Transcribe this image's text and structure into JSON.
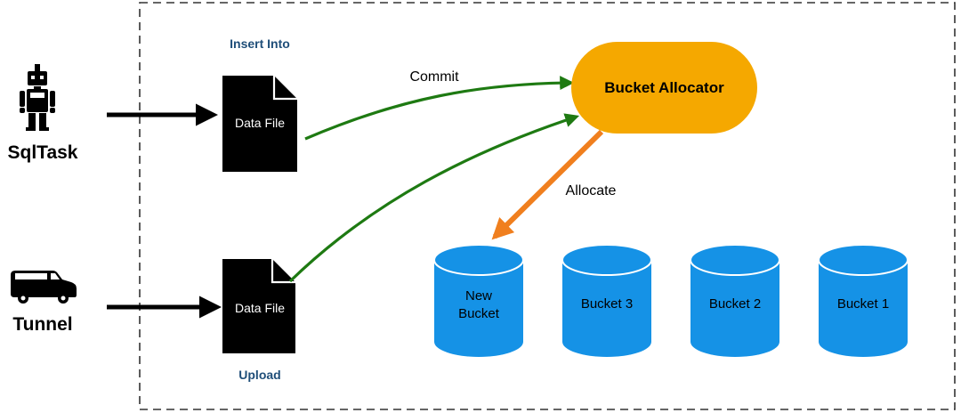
{
  "actors": {
    "sqltask": {
      "label": "SqlTask",
      "icon": "robot-icon"
    },
    "tunnel": {
      "label": "Tunnel",
      "icon": "van-icon"
    }
  },
  "files": {
    "top": {
      "label": "Data File",
      "caption": "Insert Into"
    },
    "bottom": {
      "label": "Data File",
      "caption": "Upload"
    }
  },
  "allocator": {
    "label": "Bucket Allocator"
  },
  "edges": {
    "commit": "Commit",
    "allocate": "Allocate"
  },
  "buckets": [
    {
      "line1": "New",
      "line2": "Bucket"
    },
    {
      "line1": "Bucket 3",
      "line2": ""
    },
    {
      "line1": "Bucket 2",
      "line2": ""
    },
    {
      "line1": "Bucket 1",
      "line2": ""
    }
  ],
  "colors": {
    "caption": "#1f4e79",
    "allocator": "#f5a800",
    "bucket": "#1592e6",
    "green_arrow": "#1e7a12",
    "orange_arrow": "#f07f1e",
    "file": "#000000"
  }
}
